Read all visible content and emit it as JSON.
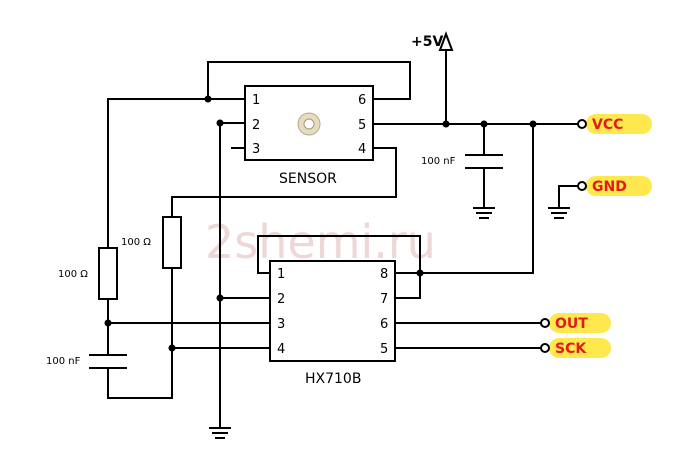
{
  "supply": {
    "label": "+5V"
  },
  "watermark": "2shemi.ru",
  "sensor": {
    "name": "SENSOR",
    "pins": [
      "1",
      "2",
      "3",
      "4",
      "5",
      "6"
    ]
  },
  "adc": {
    "name": "HX710B",
    "pins": [
      "1",
      "2",
      "3",
      "4",
      "5",
      "6",
      "7",
      "8"
    ]
  },
  "components": {
    "cap_supply": "100 nF",
    "cap_filter": "100 nF",
    "res_left": "100 Ω",
    "res_right": "100 Ω"
  },
  "ports": {
    "vcc": "VCC",
    "gnd": "GND",
    "out": "OUT",
    "sck": "SCK"
  },
  "colors": {
    "port_highlight": "#ffe84d",
    "port_text": "#e31a1a",
    "wire": "#000000"
  }
}
